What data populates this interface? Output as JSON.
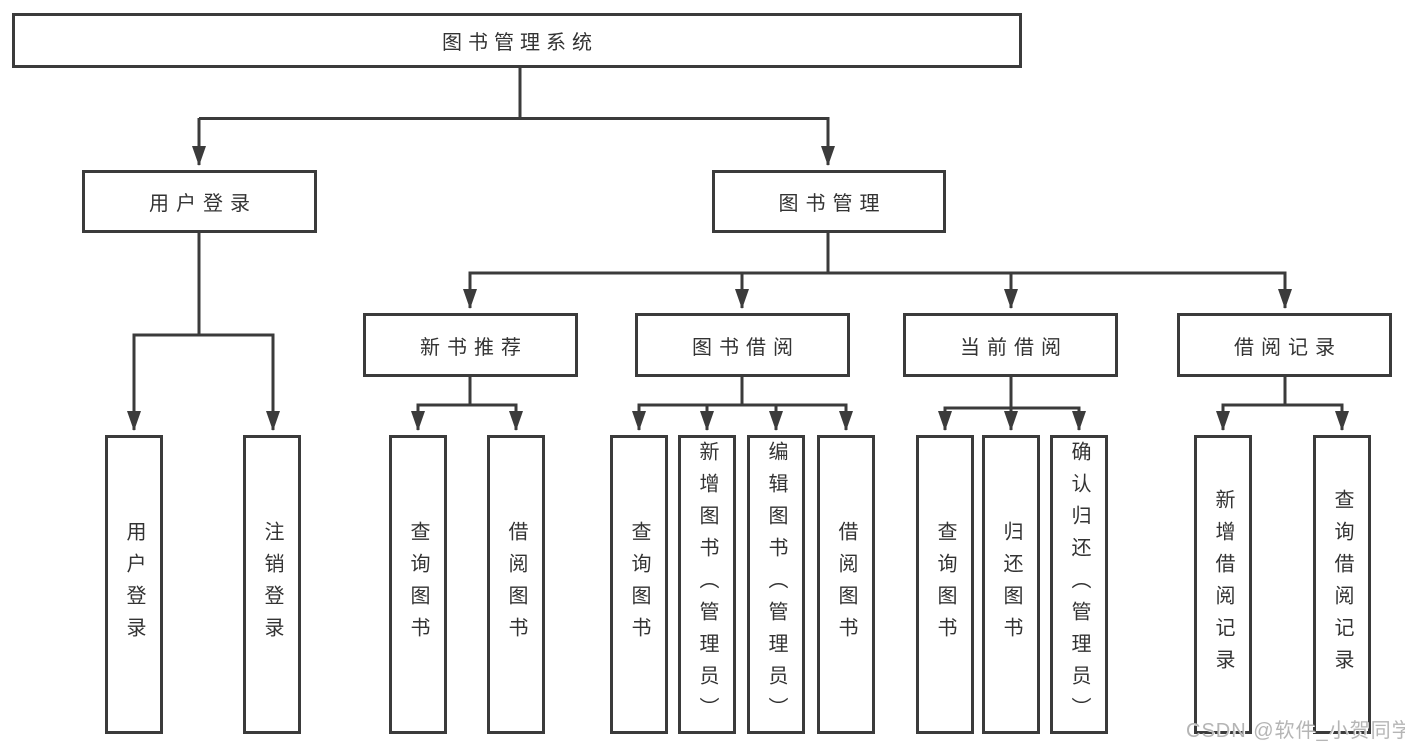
{
  "colors": {
    "line": "#3b3b3b",
    "box_border": "#3b3b3b",
    "text": "#333333",
    "watermark": "#b5b5b5",
    "background": "#ffffff"
  },
  "tree": {
    "root": {
      "label": "图书管理系统"
    },
    "branches": [
      {
        "label": "用户登录",
        "children": [
          {
            "label": "用户登录"
          },
          {
            "label": "注销登录"
          }
        ]
      },
      {
        "label": "图书管理",
        "sections": [
          {
            "label": "新书推荐",
            "children": [
              {
                "label": "查询图书"
              },
              {
                "label": "借阅图书"
              }
            ]
          },
          {
            "label": "图书借阅",
            "children": [
              {
                "label": "查询图书"
              },
              {
                "label": "新增图书（管理员）"
              },
              {
                "label": "编辑图书（管理员）"
              },
              {
                "label": "借阅图书"
              }
            ]
          },
          {
            "label": "当前借阅",
            "children": [
              {
                "label": "查询图书"
              },
              {
                "label": "归还图书"
              },
              {
                "label": "确认归还（管理员）"
              }
            ]
          },
          {
            "label": "借阅记录",
            "children": [
              {
                "label": "新增借阅记录"
              },
              {
                "label": "查询借阅记录"
              }
            ]
          }
        ]
      }
    ]
  },
  "watermark": {
    "text": "CSDN @软件_小贺同学"
  }
}
